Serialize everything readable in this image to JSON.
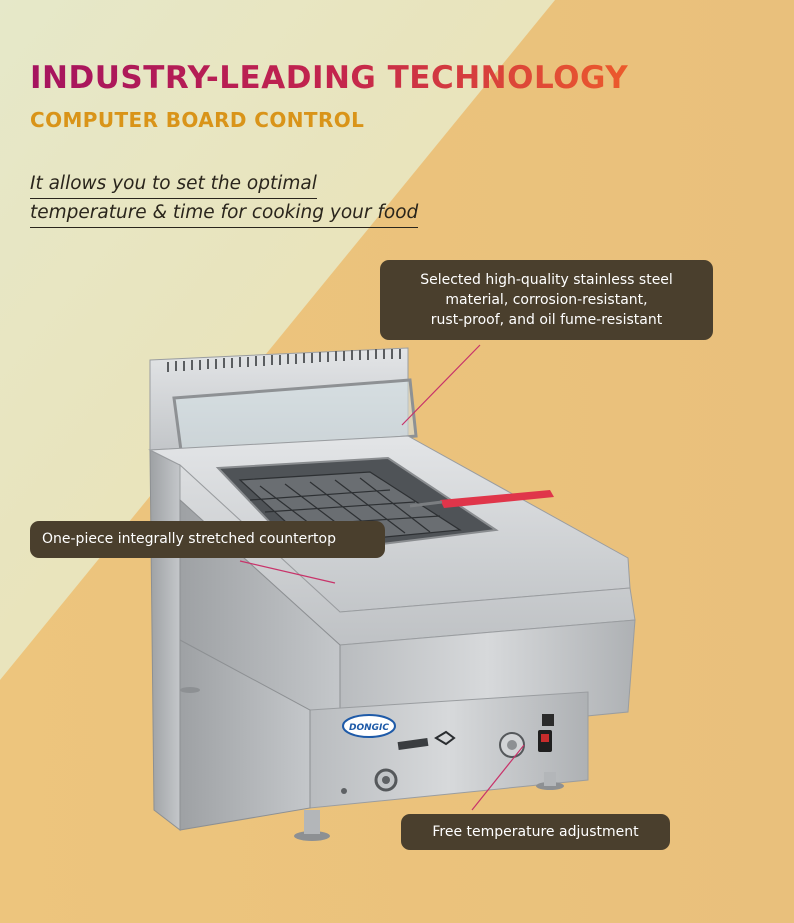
{
  "headline": "INDUSTRY-LEADING TECHNOLOGY",
  "subheadline": "COMPUTER BOARD CONTROL",
  "tagline": {
    "line1": "It allows you to set the optimal",
    "line2": "temperature & time for cooking your food"
  },
  "callouts": {
    "material_line1": "Selected high-quality stainless steel",
    "material_line2": "material, corrosion-resistant,",
    "material_line3": "rust-proof, and oil fume-resistant",
    "countertop": "One-piece integrally stretched countertop",
    "temperature": "Free temperature adjustment"
  },
  "product": {
    "brand_badge": "DONGIC"
  },
  "colors": {
    "headline_start": "#a5145f",
    "headline_end": "#ec5a2c",
    "subheadline": "#d99419",
    "callout_bg": "#4a3f2d",
    "leader_line": "#c8336a",
    "basket_handle": "#e0354a"
  }
}
